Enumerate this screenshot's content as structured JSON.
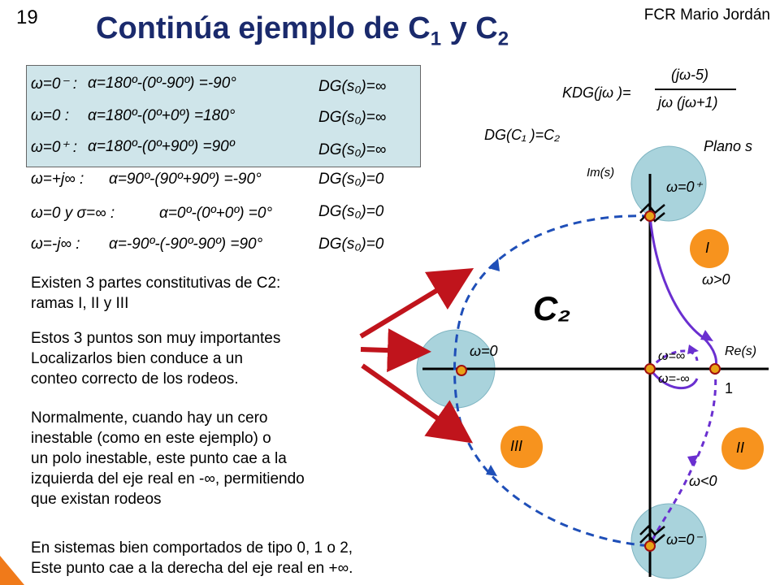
{
  "header": {
    "slide_number": "19",
    "title": "Continúa ejemplo de C",
    "title_sub1": "1",
    "title_mid": " y C",
    "title_sub2": "2",
    "author": "FCR Mario Jordán"
  },
  "table": {
    "rows": [
      {
        "omega": "ω=0⁻ :",
        "alpha": "α=180º-(0º-90º) =-90°",
        "dg": "DG(s₀)=∞"
      },
      {
        "omega": "ω=0 :",
        "alpha": "α=180º-(0º+0º) =180°",
        "dg": "DG(s₀)=∞"
      },
      {
        "omega": "ω=0⁺ :",
        "alpha": "α=180º-(0º+90º) =90º",
        "dg": "DG(s₀)=∞"
      },
      {
        "omega": "ω=+j∞ :",
        "alpha": "α=90º-(90º+90º) =-90°",
        "dg": "DG(s₀)=0"
      },
      {
        "omega": "ω=0 y σ=∞ :",
        "alpha": "α=0º-(0º+0º) =0°",
        "dg": "DG(s₀)=0"
      },
      {
        "omega": "ω=-j∞ :",
        "alpha": "α=-90º-(-90º-90º) =90°",
        "dg": "DG(s₀)=0"
      }
    ]
  },
  "paragraphs": {
    "p1": [
      "Existen 3 partes constitutivas de C2:",
      "ramas I, II y III"
    ],
    "p2": [
      "Estos 3 puntos son muy importantes",
      "Localizarlos bien conduce a un",
      "conteo correcto de los rodeos."
    ],
    "p3": [
      "Normalmente, cuando hay un cero",
      "inestable (como en este ejemplo) o",
      "un polo inestable, este punto cae a la",
      "izquierda del eje real en -∞, permitiendo",
      "que existan rodeos"
    ],
    "p4": [
      "En sistemas bien comportados de tipo 0, 1 o 2,",
      "Este punto cae a la derecha del eje real en +∞."
    ]
  },
  "formula": {
    "lhs": "KDG(jω )=",
    "numerator": "(jω-5)",
    "denominator": "jω (jω+1)",
    "mapping": "DG(C₁ )=C₂"
  },
  "plot": {
    "plane_label": "Plano s",
    "im_axis": "Im(s)",
    "re_axis": "Re(s)",
    "tick_one": "1",
    "contour_label": "C₂",
    "top_point": "ω=0⁺",
    "left_point": "ω=0",
    "bottom_point": "ω=0⁻",
    "inf_pos": "ω=∞",
    "inf_neg": "ω=-∞",
    "w_pos": "ω>0",
    "w_neg": "ω<0",
    "branch_I": "I",
    "branch_II": "II",
    "branch_III": "III"
  },
  "colors": {
    "title": "#1a2a6c",
    "table_bg": "#cfe5ea",
    "circle_fill": "#a9d3dc",
    "badge": "#f7931e",
    "dashed_blue": "#1f4fb8",
    "purple": "#6a2fd0",
    "arrow_red": "#c0141c",
    "point": "#e8a317"
  }
}
